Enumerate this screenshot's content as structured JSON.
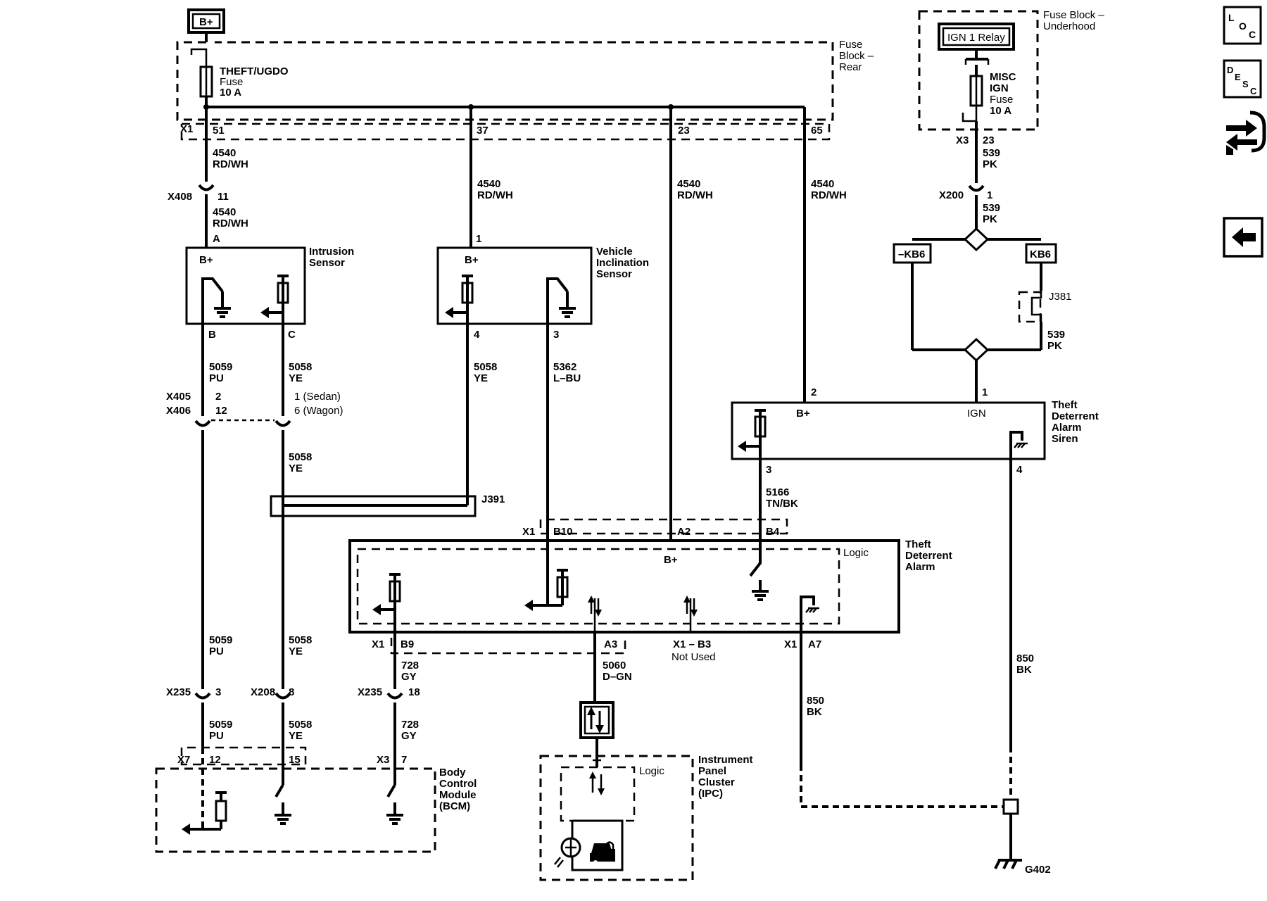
{
  "power": {
    "label": "B+"
  },
  "fuse_block_rear": {
    "l1": "Fuse",
    "l2": "Block –",
    "l3": "Rear"
  },
  "fuse_theft": {
    "l1": "THEFT/UGDO",
    "l2": "Fuse",
    "l3": "10 A"
  },
  "fuse_block_underhood": {
    "l1": "Fuse Block –",
    "l2": "Underhood"
  },
  "ign_relay": {
    "label": "IGN 1 Relay"
  },
  "fuse_misc": {
    "l1": "MISC",
    "l2": "IGN",
    "l3": "Fuse",
    "l4": "10 A"
  },
  "connectors": {
    "x1_rear": "X1",
    "p51": "51",
    "p37": "37",
    "p23": "23",
    "p65": "65",
    "x408": "X408",
    "x408_pin": "11",
    "x405": "X405",
    "x406": "X406",
    "x405_pin": "2",
    "x406_pin": "12",
    "x405_c": "1 (Sedan)",
    "x406_c": "6 (Wagon)",
    "x3_under": "X3",
    "x3_pin": "23",
    "x200": "X200",
    "x200_pin": "1",
    "kb6_neg": "–KB6",
    "kb6": "KB6",
    "j381": "J381",
    "j391": "J391",
    "x1_tda": "X1",
    "b10": "B10",
    "a2": "A2",
    "b4": "B4",
    "x1_b9": "X1",
    "b9": "B9",
    "a3": "A3",
    "x1_b3": "X1 – B3",
    "not_used": "Not Used",
    "x1_a7": "X1",
    "a7": "A7",
    "x235a": "X235",
    "x235a_pin": "3",
    "x208": "X208",
    "x208_pin": "8",
    "x235b": "X235",
    "x235b_pin": "18",
    "x7": "X7",
    "x7_12": "12",
    "x7_15": "15",
    "x3_bcm": "X3",
    "x3_bcm_pin": "7",
    "g402": "G402"
  },
  "wires": {
    "w4540a": "4540",
    "w4540a_c": "RD/WH",
    "w4540b": "4540",
    "w4540b_c": "RD/WH",
    "w4540c": "4540",
    "w4540c_c": "RD/WH",
    "w4540d": "4540",
    "w4540d_c": "RD/WH",
    "w4540e": "4540",
    "w4540e_c": "RD/WH",
    "w539a": "539",
    "w539a_c": "PK",
    "w539b": "539",
    "w539b_c": "PK",
    "w539c": "539",
    "w539c_c": "PK",
    "w5059a": "5059",
    "w5059a_c": "PU",
    "w5058a": "5058",
    "w5058a_c": "YE",
    "w5058b": "5058",
    "w5058b_c": "YE",
    "w5362": "5362",
    "w5362_c": "L–BU",
    "w5058c": "5058",
    "w5058c_c": "YE",
    "w5166": "5166",
    "w5166_c": "TN/BK",
    "w5059b": "5059",
    "w5059b_c": "PU",
    "w5058d": "5058",
    "w5058d_c": "YE",
    "w728a": "728",
    "w728a_c": "GY",
    "w5060": "5060",
    "w5060_c": "D–GN",
    "w850a": "850",
    "w850a_c": "BK",
    "w850b": "850",
    "w850b_c": "BK",
    "w5059c": "5059",
    "w5059c_c": "PU",
    "w5058e": "5058",
    "w5058e_c": "YE",
    "w728b": "728",
    "w728b_c": "GY"
  },
  "intrusion": {
    "l1": "Intrusion",
    "l2": "Sensor",
    "bplus": "B+",
    "pa": "A",
    "pb": "B",
    "pc": "C"
  },
  "inclination": {
    "l1": "Vehicle",
    "l2": "Inclination",
    "l3": "Sensor",
    "bplus": "B+",
    "p1": "1",
    "p4": "4",
    "p3": "3"
  },
  "siren": {
    "l1": "Theft",
    "l2": "Deterrent",
    "l3": "Alarm",
    "l4": "Siren",
    "bplus": "B+",
    "ign": "IGN",
    "p2": "2",
    "p1": "1",
    "p3": "3",
    "p4": "4"
  },
  "tda": {
    "l1": "Theft",
    "l2": "Deterrent",
    "l3": "Alarm",
    "logic": "Logic",
    "bplus": "B+"
  },
  "bcm": {
    "l1": "Body",
    "l2": "Control",
    "l3": "Module",
    "l4": "(BCM)"
  },
  "ipc": {
    "l1": "Instrument",
    "l2": "Panel",
    "l3": "Cluster",
    "l4": "(IPC)",
    "logic": "Logic"
  },
  "sidebar": {
    "loc": {
      "a": "L",
      "b": "O",
      "c": "C"
    },
    "desc": {
      "a": "D",
      "b": "E",
      "c": "S",
      "d": "C"
    }
  }
}
